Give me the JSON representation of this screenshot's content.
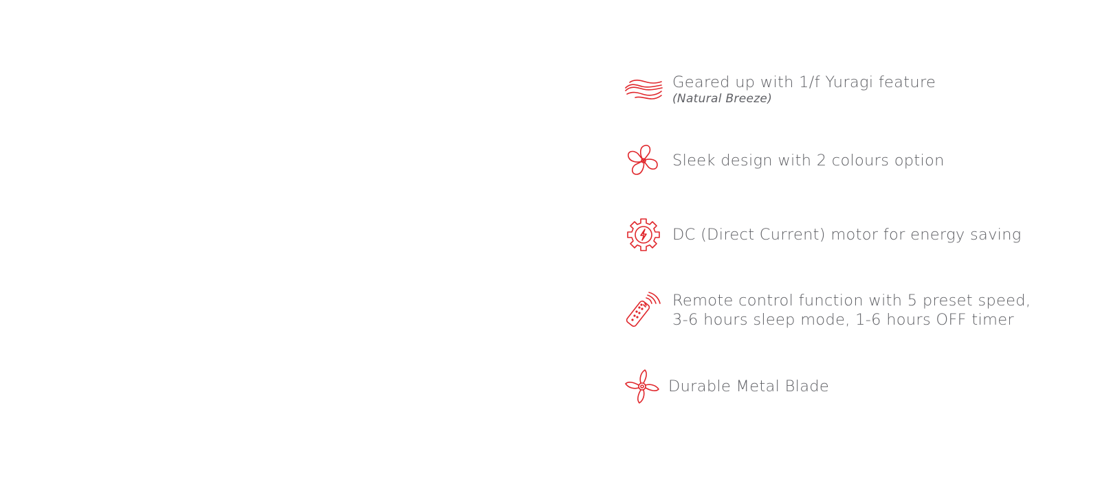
{
  "brand": {
    "accent_color": "#e0262b",
    "text_color": "#5e5f64"
  },
  "features": [
    {
      "icon": "wind-breeze-icon",
      "title": "Geared up with 1/f Yuragi feature",
      "subtitle": "(Natural Breeze)"
    },
    {
      "icon": "fan-blades-icon",
      "title": "Sleek design with 2 colours option"
    },
    {
      "icon": "gear-lightning-icon",
      "title": "DC (Direct Current) motor for energy saving"
    },
    {
      "icon": "remote-control-icon",
      "line1": "Remote control function with 5 preset speed,",
      "line2": "3-6 hours sleep mode, 1-6 hours OFF timer"
    },
    {
      "icon": "metal-blade-icon",
      "title": "Durable Metal Blade"
    }
  ]
}
